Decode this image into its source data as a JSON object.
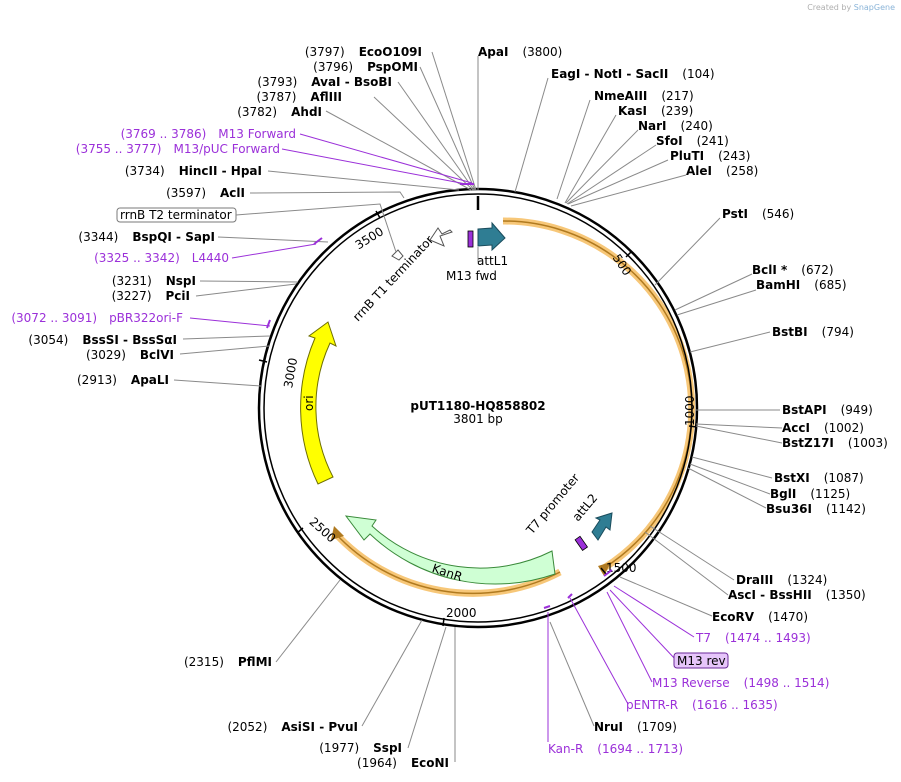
{
  "credit": {
    "prefix": "Created by",
    "brand": "SnapGene"
  },
  "plasmid": {
    "name": "pUT1180-HQ858802",
    "size_label": "3801 bp",
    "total_bp": 3801
  },
  "ticks": [
    "500",
    "1000",
    "1500",
    "2000",
    "2500",
    "3000",
    "3500"
  ],
  "sites_right": [
    {
      "name": "ApaI",
      "pos": "(3800)"
    },
    {
      "name": "EagI - NotI - SacII",
      "pos": "(104)"
    },
    {
      "name": "NmeAIII",
      "pos": "(217)"
    },
    {
      "name": "KasI",
      "pos": "(239)"
    },
    {
      "name": "NarI",
      "pos": "(240)"
    },
    {
      "name": "SfoI",
      "pos": "(241)"
    },
    {
      "name": "PluTI",
      "pos": "(243)"
    },
    {
      "name": "AleI",
      "pos": "(258)"
    },
    {
      "name": "PstI",
      "pos": "(546)"
    },
    {
      "name": "BclI *",
      "pos": "(672)"
    },
    {
      "name": "BamHI",
      "pos": "(685)"
    },
    {
      "name": "BstBI",
      "pos": "(794)"
    },
    {
      "name": "BstAPI",
      "pos": "(949)"
    },
    {
      "name": "AccI",
      "pos": "(1002)"
    },
    {
      "name": "BstZ17I",
      "pos": "(1003)"
    },
    {
      "name": "BstXI",
      "pos": "(1087)"
    },
    {
      "name": "BglI",
      "pos": "(1125)"
    },
    {
      "name": "Bsu36I",
      "pos": "(1142)"
    },
    {
      "name": "DraIII",
      "pos": "(1324)"
    },
    {
      "name": "AscI - BssHII",
      "pos": "(1350)"
    },
    {
      "name": "EcoRV",
      "pos": "(1470)"
    },
    {
      "name": "NruI",
      "pos": "(1709)"
    }
  ],
  "sites_left": [
    {
      "name": "EcoO109I",
      "pos": "(3797)"
    },
    {
      "name": "PspOMI",
      "pos": "(3796)"
    },
    {
      "name": "AvaI - BsoBI",
      "pos": "(3793)"
    },
    {
      "name": "AflIII",
      "pos": "(3787)"
    },
    {
      "name": "AhdI",
      "pos": "(3782)"
    },
    {
      "name": "HincII - HpaI",
      "pos": "(3734)"
    },
    {
      "name": "AclI",
      "pos": "(3597)"
    },
    {
      "name": "BspQI - SapI",
      "pos": "(3344)"
    },
    {
      "name": "NspI",
      "pos": "(3231)"
    },
    {
      "name": "PciI",
      "pos": "(3227)"
    },
    {
      "name": "BssSI - BssSαI",
      "pos": "(3054)"
    },
    {
      "name": "BclVI",
      "pos": "(3029)"
    },
    {
      "name": "ApaLI",
      "pos": "(2913)"
    },
    {
      "name": "PflMI",
      "pos": "(2315)"
    },
    {
      "name": "AsiSI - PvuI",
      "pos": "(2052)"
    },
    {
      "name": "SspI",
      "pos": "(1977)"
    },
    {
      "name": "EcoNI",
      "pos": "(1964)"
    }
  ],
  "primers": [
    {
      "name": "M13 Forward",
      "pos": "(3769 .. 3786)"
    },
    {
      "name": "M13/pUC Forward",
      "pos": "(3755 .. 3777)"
    },
    {
      "name": "L4440",
      "pos": "(3325 .. 3342)"
    },
    {
      "name": "pBR322ori-F",
      "pos": "(3072 .. 3091)"
    },
    {
      "name": "T7",
      "pos": "(1474 .. 1493)"
    },
    {
      "name": "M13 rev",
      "pos": ""
    },
    {
      "name": "M13 Reverse",
      "pos": "(1498 .. 1514)"
    },
    {
      "name": "pENTR-R",
      "pos": "(1616 .. 1635)"
    },
    {
      "name": "Kan-R",
      "pos": "(1694 .. 1713)"
    }
  ],
  "features": {
    "rrnb_t2": "rrnB T2 terminator",
    "rrnb_t1": "rrnB T1 terminator",
    "m13_fwd": "M13 fwd",
    "attl1": "attL1",
    "t7_promoter": "T7 promoter",
    "attl2": "attL2",
    "kanr": "KanR",
    "ori": "ori"
  },
  "colors": {
    "backbone": "#000000",
    "insert_highlight": "#f7c778",
    "insert_line": "#c08a2a",
    "att_site": "#2f7d93",
    "primer": "#9b30d9",
    "ori": "#ffff00",
    "kanr": "#cfffd4",
    "leader": "#8a8a8a"
  }
}
